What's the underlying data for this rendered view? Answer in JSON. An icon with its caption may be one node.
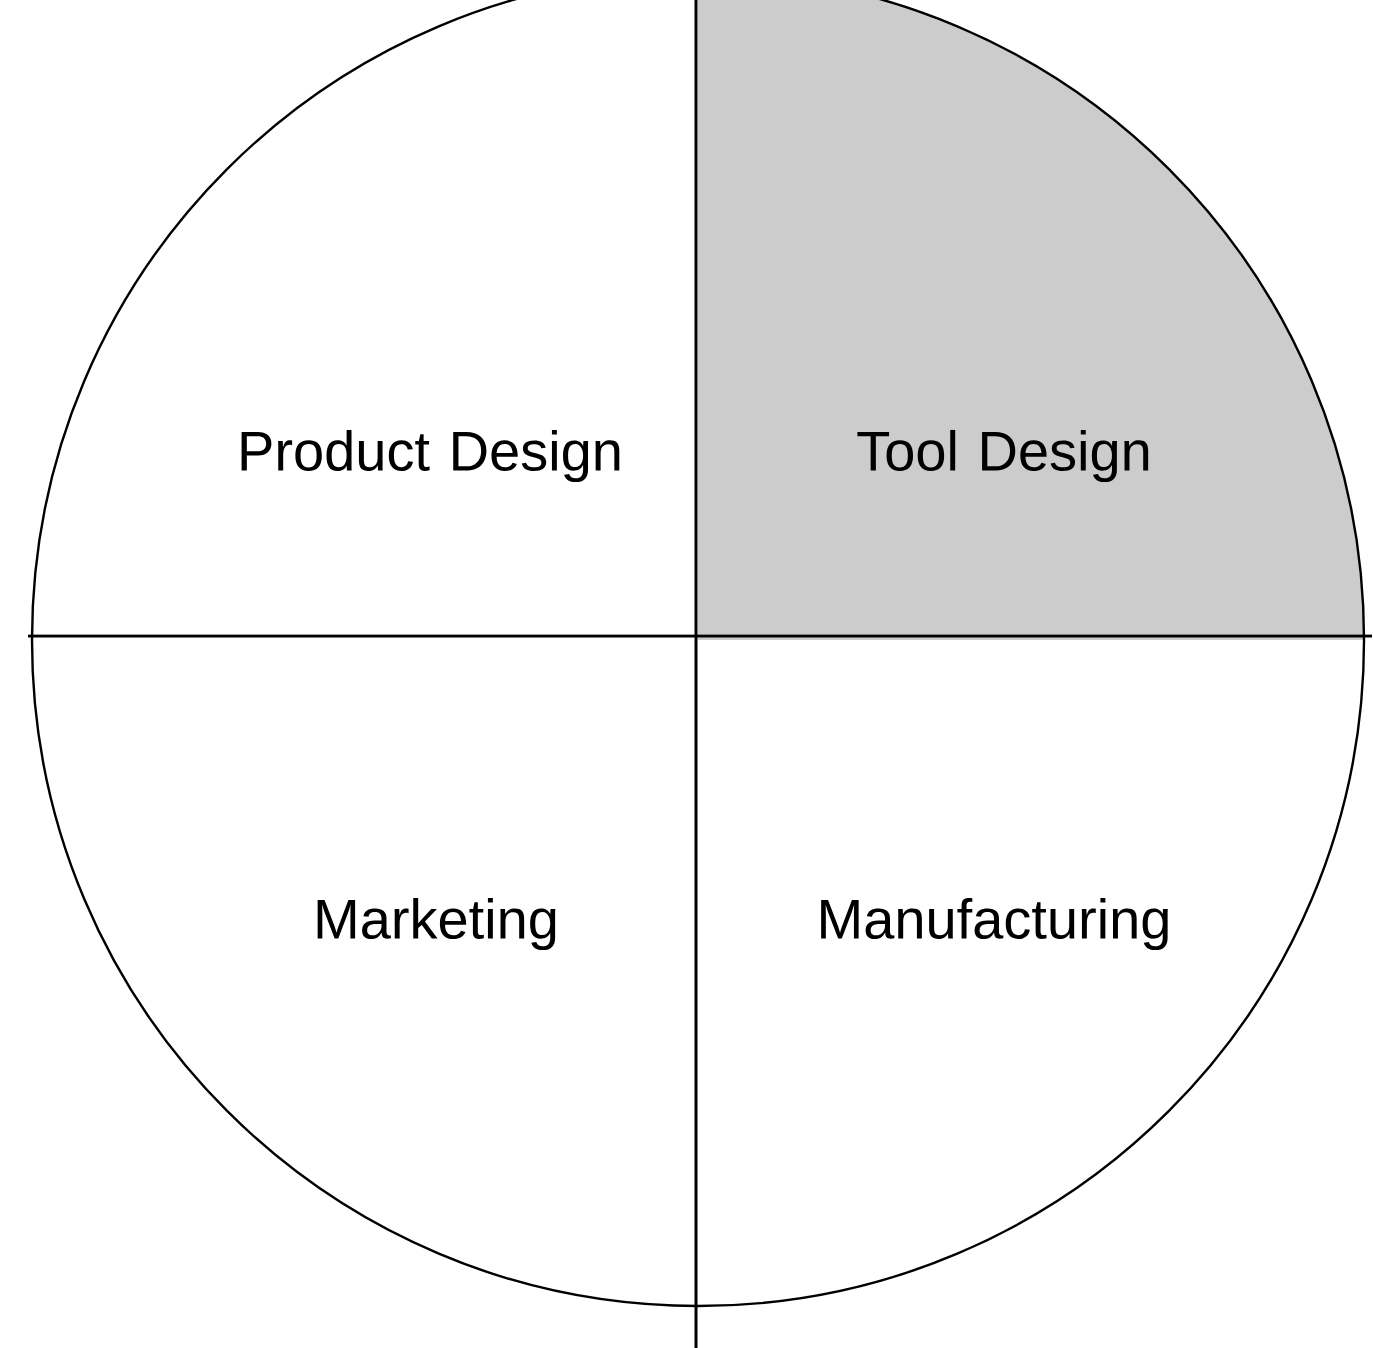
{
  "diagram": {
    "nodes": [
      {
        "text": [
          "Product Design"
        ]
      },
      {
        "text": [
          "Tool Design"
        ]
      },
      {
        "text": [
          "Marketing"
        ]
      },
      {
        "text": [
          "Manufacturing"
        ]
      }
    ]
  }
}
